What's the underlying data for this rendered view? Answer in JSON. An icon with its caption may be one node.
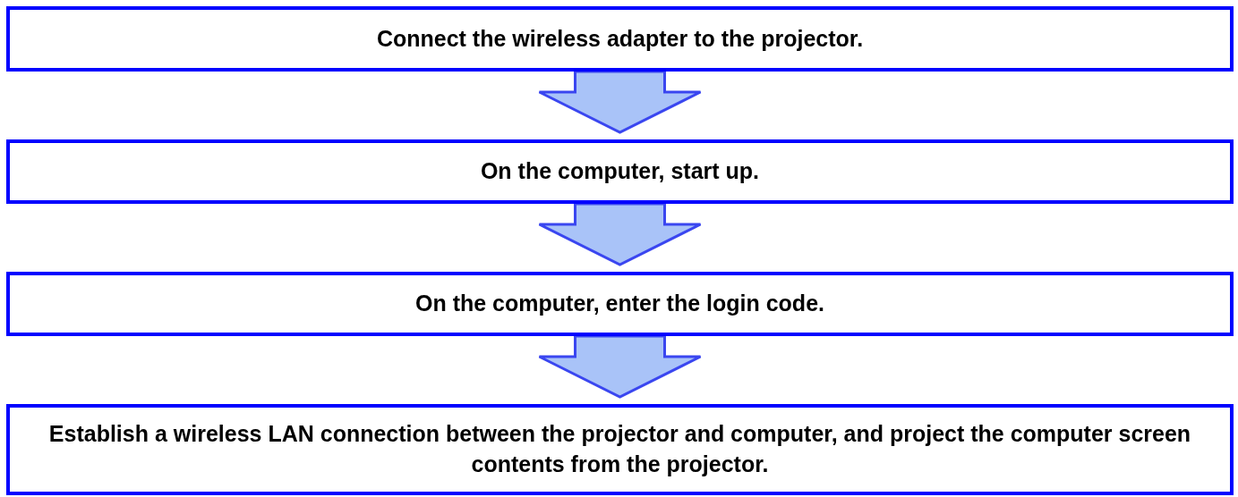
{
  "diagram": {
    "nodes": [
      {
        "text": [
          "Connect the wireless adapter to the projector."
        ]
      },
      {
        "text": [
          "On the computer, start up."
        ]
      },
      {
        "text": [
          "On the computer, enter the login code."
        ]
      },
      {
        "text": [
          "Establish a wireless LAN connection between the projector and computer, and project the computer screen contents from the projector."
        ]
      }
    ],
    "edges": [
      {
        "from": 0,
        "to": 1,
        "arrow": "to"
      },
      {
        "from": 1,
        "to": 2,
        "arrow": "to"
      },
      {
        "from": 2,
        "to": 3,
        "arrow": "to"
      }
    ]
  }
}
